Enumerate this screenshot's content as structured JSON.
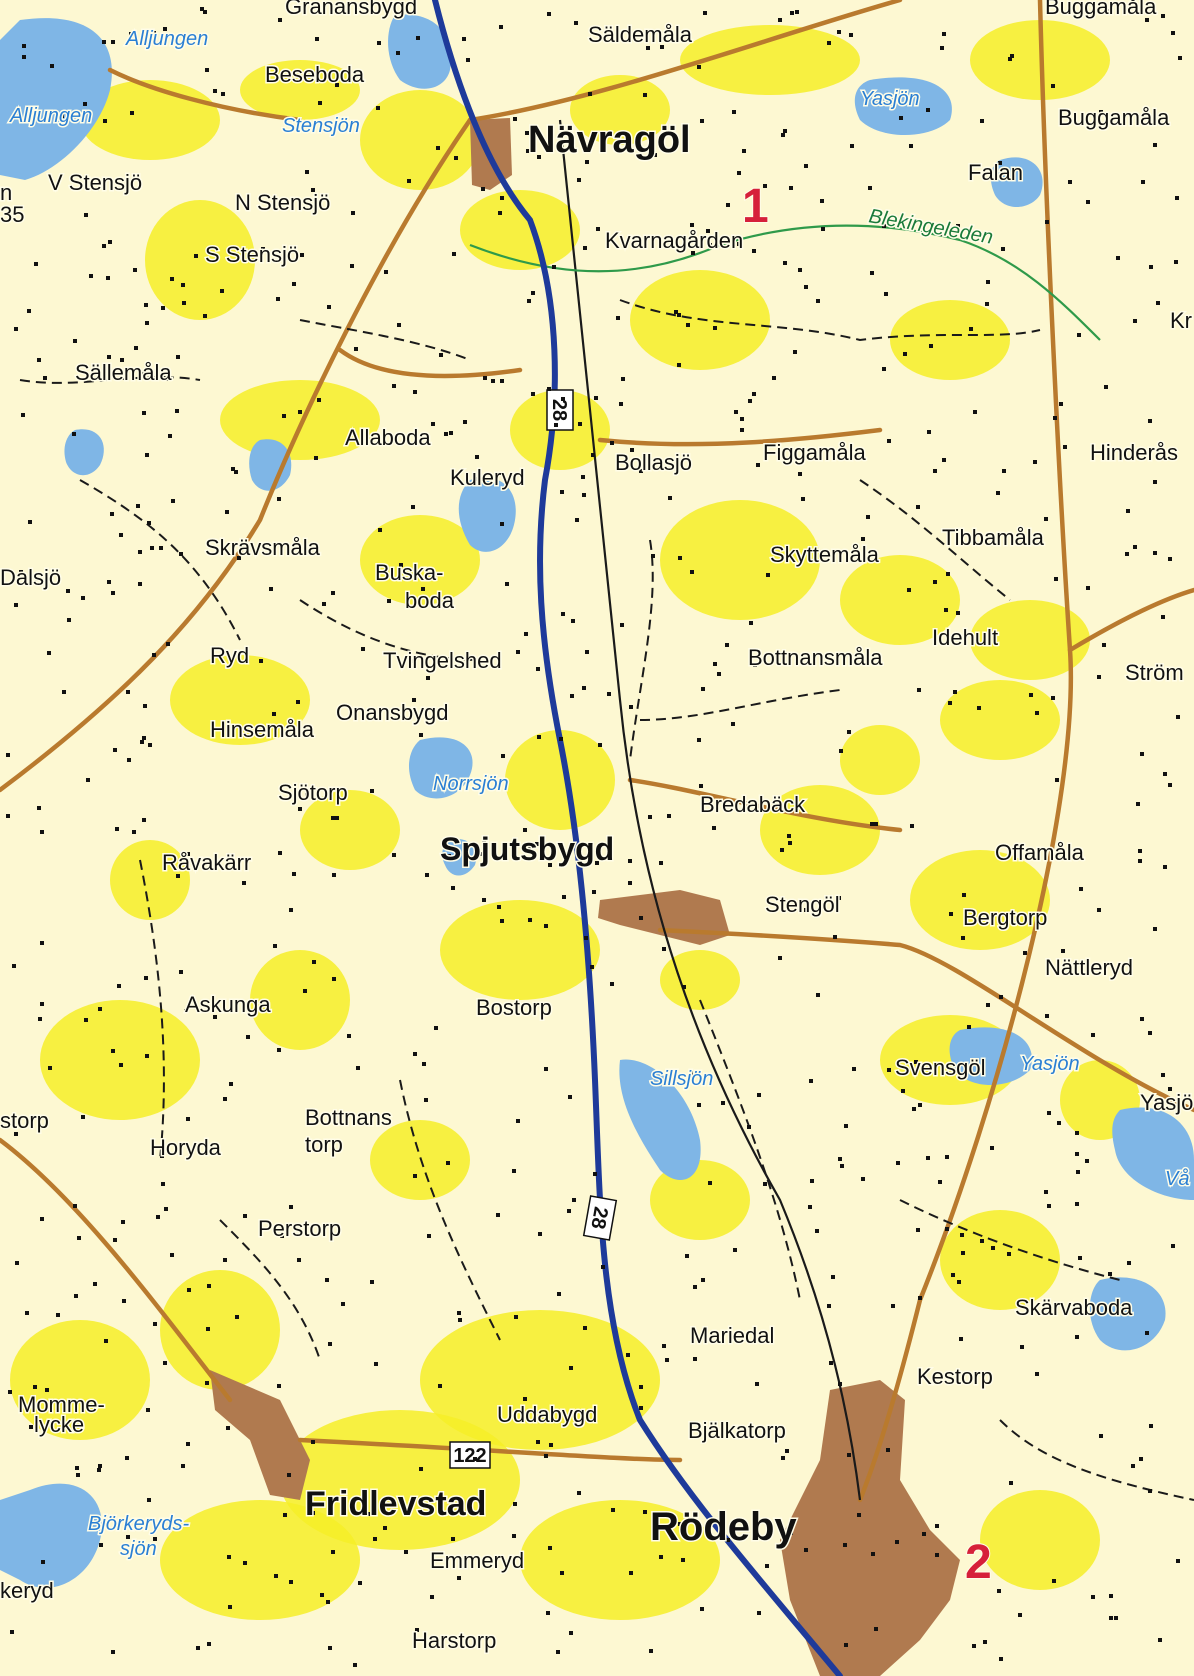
{
  "colors": {
    "background": "#fdf8d2",
    "forest_open": "#f6ee28",
    "water": "#7fb6e6",
    "urban": "#b07a4f",
    "national_road": "#1e3a9a",
    "road": "#b97a2e",
    "track": "#1a1a1a",
    "trail": "#2f9a4a",
    "marker": "#d6203a"
  },
  "road_numbers": [
    "28",
    "122"
  ],
  "markers": [
    "1",
    "2"
  ],
  "towns_major": [
    "Nävragöl",
    "Spjutsbygd",
    "Fridlevstad",
    "Rödeby"
  ],
  "places": [
    "Säldemåla",
    "Beseboda",
    "V Stensjö",
    "N Stensjö",
    "S Stensjö",
    "Kvarnagården",
    "Falan",
    "Buggamåla",
    "Sällemåla",
    "Allaboda",
    "Kuleryd",
    "Bollasjö",
    "Figgamåla",
    "Hinderås",
    "Skrävsmåla",
    "Buska-",
    "boda",
    "Skyttemåla",
    "Tibbamåla",
    "Dalsjö",
    "Ryd",
    "Tvingelshed",
    "Bottnansmåla",
    "Idehult",
    "Ström",
    "Hinsemåla",
    "Onansbygd",
    "Sjötorp",
    "Bredabäck",
    "Offamåla",
    "Råvakärr",
    "Stengöl",
    "Bergtorp",
    "Nättleryd",
    "Askunga",
    "Bostorp",
    "Svensgöl",
    "Yasjö",
    "storp",
    "Horyda",
    "Bottnans",
    "torp",
    "Perstorp",
    "Skärvaboda",
    "Mariedal",
    "Kestorp",
    "Momme-",
    "lycke",
    "Uddabygd",
    "Bjälkatorp",
    "Emmeryd",
    "keryd",
    "Harstorp",
    "Kr"
  ],
  "lakes": [
    "Alljungen",
    "Alljungen",
    "Stensjön",
    "Yasjön",
    "Norrsjön",
    "Sillsjön",
    "Yasjön",
    "Björkeryds-",
    "sjön",
    "Vå"
  ],
  "trail_name": "Blekingeleden",
  "edge_fragments": [
    "Granansbygd",
    "Buggamåla",
    "n",
    "35"
  ]
}
